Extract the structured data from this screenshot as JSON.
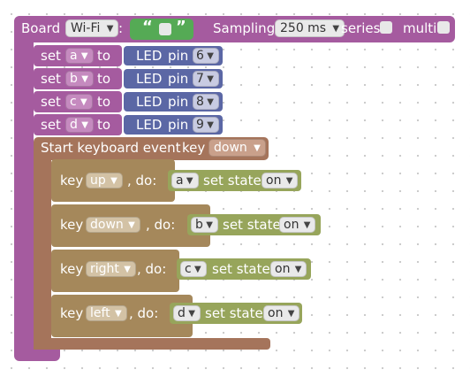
{
  "board_block": {
    "board_label": "Board",
    "board_value": "Wi-Fi",
    "colon": ":",
    "quote_open": "“",
    "quote_close": "”",
    "sampling_label": "Sampling",
    "sampling_value": "250 ms",
    "series_label": "series",
    "multi_label": "multi"
  },
  "set_blocks": [
    {
      "set_label": "set",
      "var": "a",
      "to_label": "to",
      "led_label": "LED",
      "pin_label": "pin",
      "pin": "6"
    },
    {
      "set_label": "set",
      "var": "b",
      "to_label": "to",
      "led_label": "LED",
      "pin_label": "pin",
      "pin": "7"
    },
    {
      "set_label": "set",
      "var": "c",
      "to_label": "to",
      "led_label": "LED",
      "pin_label": "pin",
      "pin": "8"
    },
    {
      "set_label": "set",
      "var": "d",
      "to_label": "to",
      "led_label": "LED",
      "pin_label": "pin",
      "pin": "9"
    }
  ],
  "keyboard_block": {
    "label": "Start keyboard event",
    "key_label": "key",
    "key_value": "down"
  },
  "key_blocks": [
    {
      "key_label": "key",
      "key": "up",
      "do_label": ", do:",
      "var": "a",
      "state_label": "set state",
      "state": "on"
    },
    {
      "key_label": "key",
      "key": "down",
      "do_label": ", do:",
      "var": "b",
      "state_label": "set state",
      "state": "on"
    },
    {
      "key_label": "key",
      "key": "right",
      "do_label": ", do:",
      "var": "c",
      "state_label": "set state",
      "state": "on"
    },
    {
      "key_label": "key",
      "key": "left",
      "do_label": ", do:",
      "var": "d",
      "state_label": "set state",
      "state": "on"
    }
  ],
  "colors": {
    "board": "#a55b9f",
    "set": "#a55b9f",
    "led": "#5b67a5",
    "keyboard": "#a5745b",
    "key": "#a5885b",
    "state": "#97a55b",
    "text_green": "#55aa55"
  }
}
